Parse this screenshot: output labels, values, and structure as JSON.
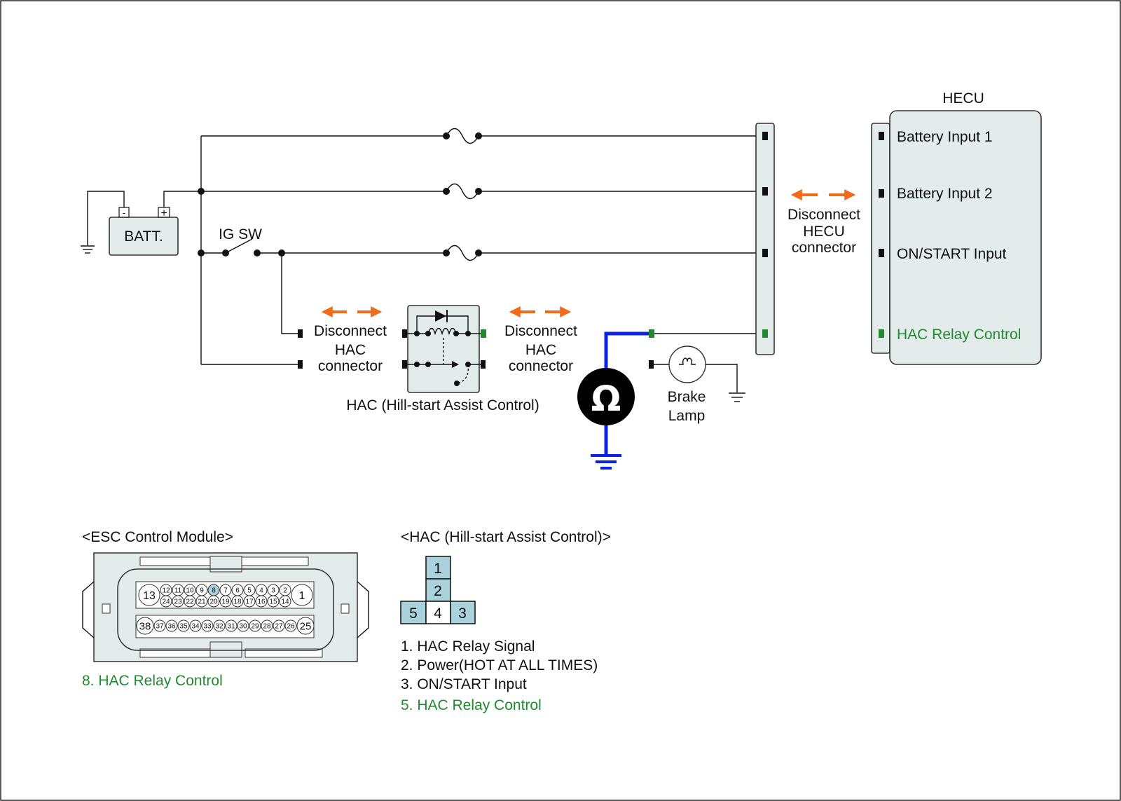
{
  "battery": {
    "label": "BATT.",
    "neg": "-",
    "pos": "+"
  },
  "ig_switch": {
    "label": "IG SW"
  },
  "hecu": {
    "title": "HECU",
    "inputs": [
      "Battery Input 1",
      "Battery Input 2",
      "ON/START Input",
      "HAC Relay Control"
    ]
  },
  "disconnect_hecu": [
    "Disconnect",
    "HECU",
    "connector"
  ],
  "disconnect_hac_left": [
    "Disconnect",
    "HAC",
    "connector"
  ],
  "disconnect_hac_right": [
    "Disconnect",
    "HAC",
    "connector"
  ],
  "hac_label": "HAC (Hill-start Assist Control)",
  "brake_lamp": [
    "Brake",
    "Lamp"
  ],
  "ohm_symbol": "Ω",
  "esc": {
    "title": "<ESC Control Module>",
    "big_pins": [
      "13",
      "1",
      "38",
      "25"
    ],
    "top_pins": [
      "12",
      "11",
      "10",
      "9",
      "8",
      "7",
      "6",
      "5",
      "4",
      "3",
      "2"
    ],
    "mid_pins": [
      "24",
      "23",
      "22",
      "21",
      "20",
      "19",
      "18",
      "17",
      "16",
      "15",
      "14"
    ],
    "bottom_pins": [
      "37",
      "36",
      "35",
      "34",
      "33",
      "32",
      "31",
      "30",
      "29",
      "28",
      "27",
      "26"
    ],
    "note": "8. HAC Relay Control"
  },
  "hac_connector": {
    "title": "<HAC (Hill-start Assist Control)>",
    "cells": [
      "1",
      "2",
      "5",
      "4",
      "3"
    ],
    "notes": [
      "1. HAC Relay Signal",
      "2. Power(HOT AT ALL TIMES)",
      "3. ON/START Input"
    ],
    "note_green": "5. HAC Relay Control"
  },
  "colors": {
    "accent_green": "#1f8a2e",
    "arrow_orange": "#f26a1b",
    "meter_wire_blue": "#0a23e6",
    "box_fill": "#e3ecea",
    "pin_highlight": "#a9d2dc"
  }
}
